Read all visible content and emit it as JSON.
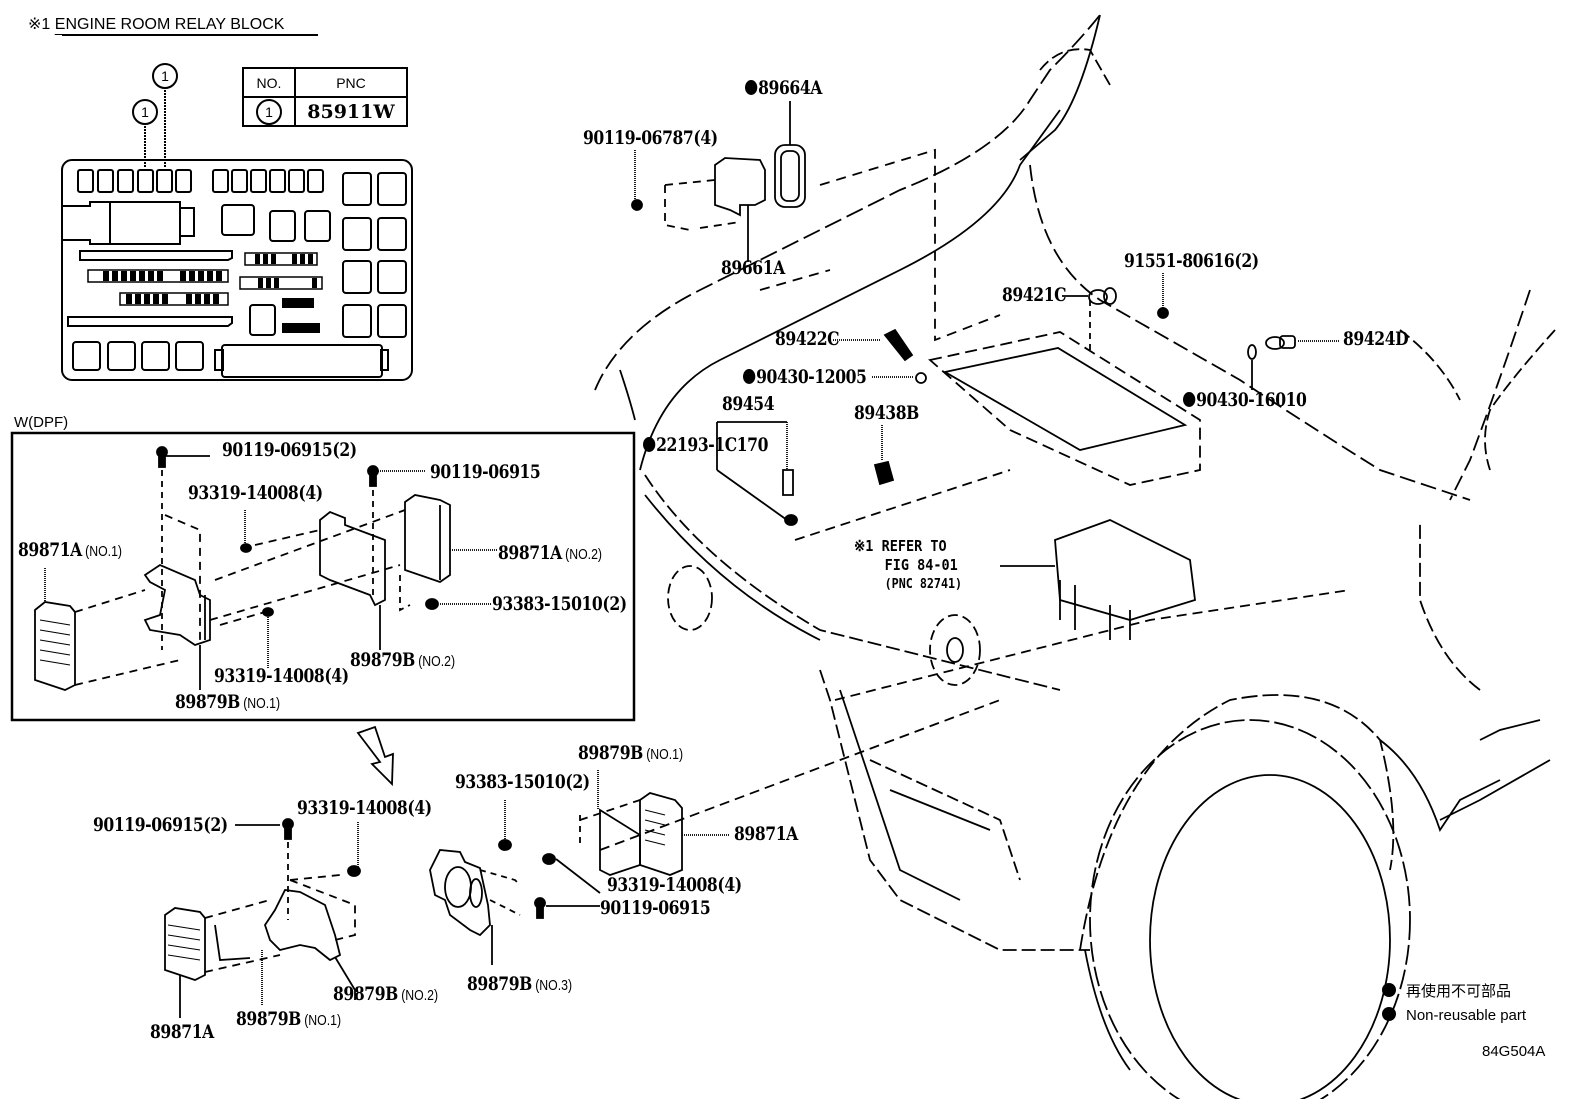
{
  "header": {
    "ref_mark": "※1",
    "title": "ENGINE ROOM RELAY BLOCK"
  },
  "pnc_table": {
    "col_no": "NO.",
    "col_pnc": "PNC",
    "rows": [
      {
        "no": "1",
        "pnc": "85911W"
      }
    ]
  },
  "relay_block": {
    "callouts": [
      "1",
      "1"
    ]
  },
  "wdpf_section": {
    "caption": "W(DPF)",
    "labels": {
      "bolt_top": "90119-06915(2)",
      "bolt_right": "90119-06915",
      "screw_upper": "93319-14008(4)",
      "ecu_no1": "89871A",
      "ecu_no1_sub": "(NO.1)",
      "ecu_no2": "89871A",
      "ecu_no2_sub": "(NO.2)",
      "nut": "93383-15010(2)",
      "screw_lower": "93319-14008(4)",
      "bracket_no2": "89879B",
      "bracket_no2_sub": "(NO.2)",
      "bracket_no1": "89879B",
      "bracket_no1_sub": "(NO.1)"
    }
  },
  "lower_assembly": {
    "labels": {
      "bolt": "90119-06915(2)",
      "screw_top": "93319-14008(4)",
      "nut": "93383-15010(2)",
      "bracket_no1_top": "89879B",
      "bracket_no1_top_sub": "(NO.1)",
      "ecu_right": "89871A",
      "screw_right": "93319-14008(4)",
      "bolt_right": "90119-06915",
      "ecu_left": "89871A",
      "bracket_no1": "89879B",
      "bracket_no1_sub": "(NO.1)",
      "bracket_no2": "89879B",
      "bracket_no2_sub": "(NO.2)",
      "bracket_no3": "89879B",
      "bracket_no3_sub": "(NO.3)"
    }
  },
  "engine_bay": {
    "labels": {
      "gasket": "89664A",
      "gasket_nonreusable": true,
      "screw": "90119-06787(4)",
      "sensor_housing": "89661A",
      "bolt": "91551-80616(2)",
      "sensor_c": "89421C",
      "sensor_d": "89424D",
      "sensor_22c": "89422C",
      "washer_12005": "90430-12005",
      "washer_12005_nonreusable": true,
      "washer_16010": "90430-16010",
      "washer_16010_nonreusable": true,
      "sensor_454": "89454",
      "gasket_1c170": "22193-1C170",
      "gasket_1c170_nonreusable": true,
      "sensor_438": "89438B"
    },
    "refer_note": {
      "mark": "※1",
      "line1": "REFER TO",
      "line2": "FIG 84-01",
      "line3": "(PNC 82741)"
    }
  },
  "legend": {
    "items": [
      {
        "symbol": "filled-dot",
        "text": "再使用不可部品"
      },
      {
        "symbol": "filled-dot",
        "text": "Non-reusable part"
      }
    ]
  },
  "figure_code": "84G504A"
}
